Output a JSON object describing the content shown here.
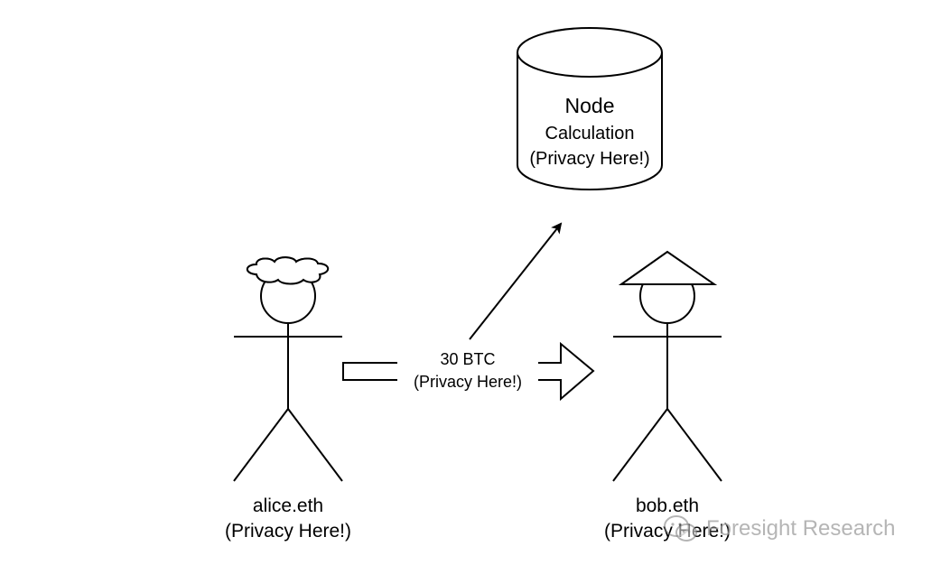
{
  "node": {
    "title": "Node",
    "line1": "Calculation",
    "line2": "(Privacy Here!)"
  },
  "transaction": {
    "amount": "30 BTC",
    "note": "(Privacy Here!)"
  },
  "alice": {
    "name": "alice.eth",
    "note": "(Privacy Here!)"
  },
  "bob": {
    "name": "bob.eth",
    "note": "(Privacy Here!)"
  },
  "watermark": {
    "text": "Foresight Research",
    "icon": "wechat-icon"
  },
  "colors": {
    "stroke": "#000000",
    "background": "#ffffff",
    "watermark": "#8a8a8a"
  }
}
